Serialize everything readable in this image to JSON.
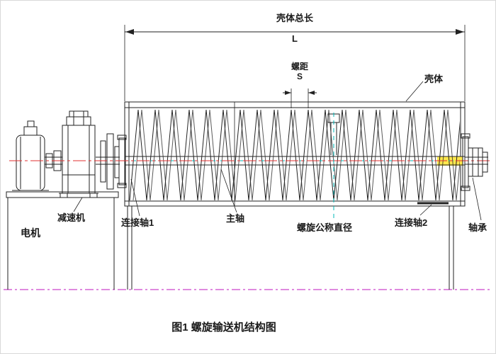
{
  "figure": {
    "caption": "图1 螺旋输送机结构图"
  },
  "dimensions": {
    "total_length": {
      "label": "壳体总长",
      "symbol": "L"
    },
    "pitch": {
      "label": "螺距",
      "symbol": "S"
    }
  },
  "labels": {
    "motor": "电机",
    "reducer": "减速机",
    "connecting_shaft_1": "连接轴1",
    "main_shaft": "主轴",
    "screw_nominal_diameter": "螺旋公称直径",
    "connecting_shaft_2": "连接轴2",
    "bearing": "轴承",
    "casing": "壳体"
  },
  "colors": {
    "line": "#222222",
    "centerline-red": "#e03030",
    "centerline-cyan": "#00b8b8",
    "ground": "#cc44cc",
    "highlight": "#ffe84d"
  }
}
